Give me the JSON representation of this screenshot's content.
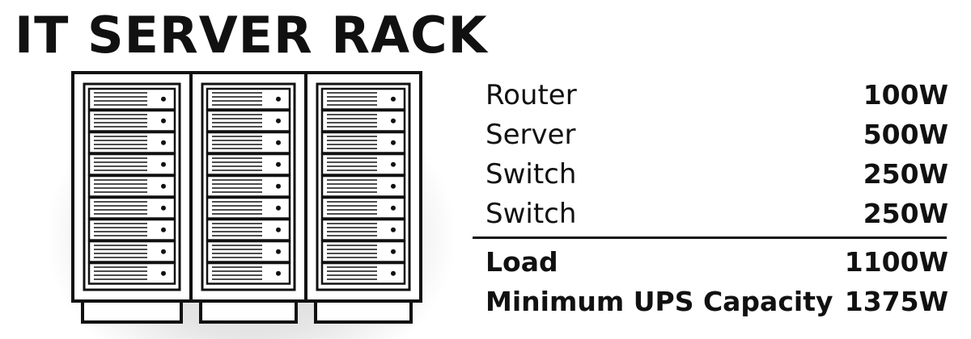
{
  "title": "IT SERVER RACK",
  "devices": [
    {
      "name": "Router",
      "power": "100W"
    },
    {
      "name": "Server",
      "power": "500W"
    },
    {
      "name": "Switch",
      "power": "250W"
    },
    {
      "name": "Switch",
      "power": "250W"
    }
  ],
  "totals": {
    "load_label": "Load",
    "load_value": "1100W",
    "ups_label": "Minimum UPS Capacity",
    "ups_value": "1375W"
  },
  "rack": {
    "cabinets": 3,
    "units_per_cabinet": 9,
    "icon": "server-rack-icon"
  },
  "colors": {
    "ink": "#111111",
    "background": "#ffffff"
  }
}
